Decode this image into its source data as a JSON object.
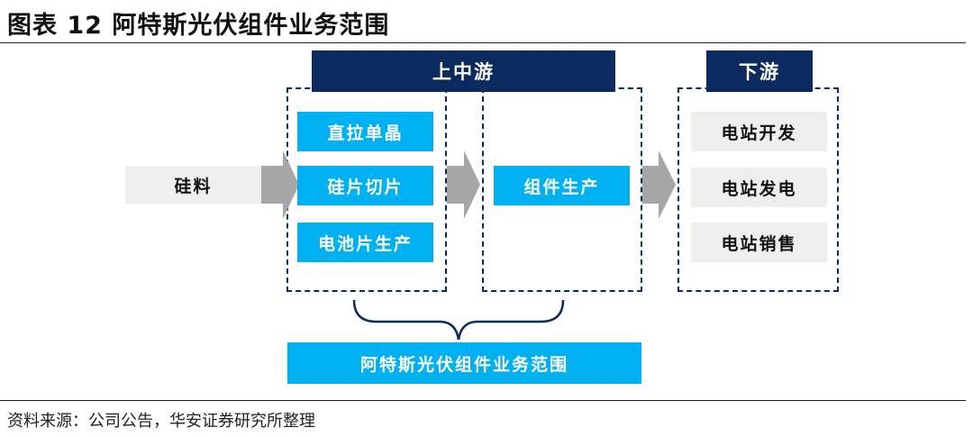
{
  "header": {
    "title": "图表 12 阿特斯光伏组件业务范围"
  },
  "diagram": {
    "upstream_label": "上中游",
    "downstream_label": "下游",
    "raw_material": "硅料",
    "midstream_steps": [
      "直拉单晶",
      "硅片切片",
      "电池片生产"
    ],
    "module_step": "组件生产",
    "downstream_steps": [
      "电站开发",
      "电站发电",
      "电站销售"
    ],
    "scope_label": "阿特斯光伏组件业务范围"
  },
  "footer": {
    "source": "资料来源：公司公告，华安证券研究所整理"
  },
  "colors": {
    "navy": "#0b2a5e",
    "cyan": "#00b0f0",
    "gray_box": "#eeeeee",
    "arrow": "#a6a6a6"
  }
}
